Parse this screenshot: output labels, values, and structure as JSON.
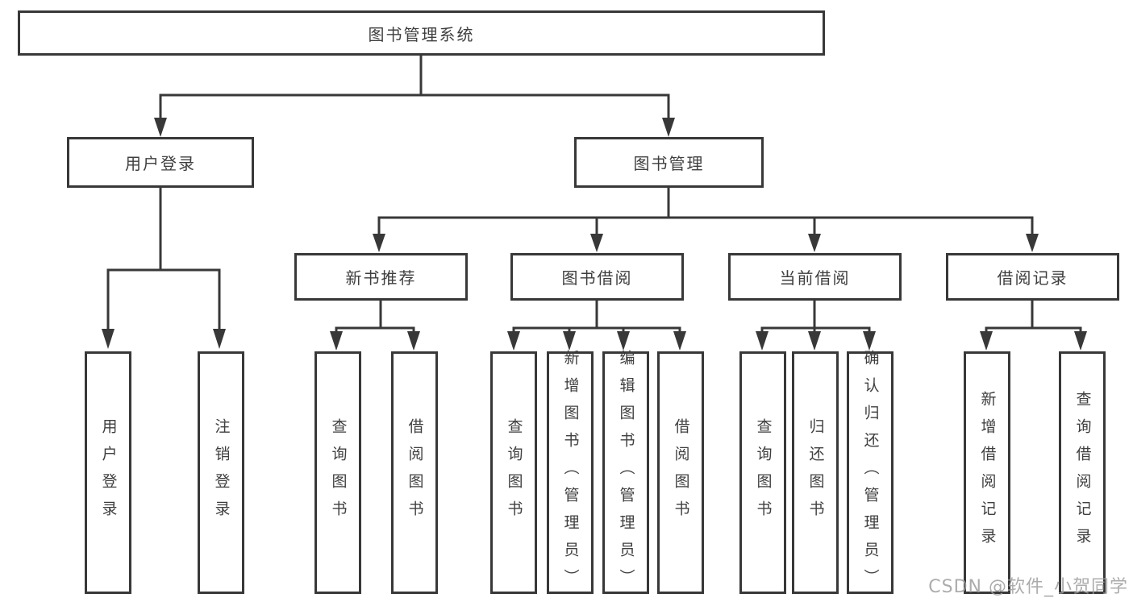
{
  "diagram": {
    "title_node": {
      "label": "图书管理系统"
    },
    "level2": {
      "user_login": {
        "label": "用户登录"
      },
      "book_management": {
        "label": "图书管理"
      }
    },
    "level3": {
      "new_book_recommendation": {
        "label": "新书推荐"
      },
      "book_borrowing": {
        "label": "图书借阅"
      },
      "current_borrowing": {
        "label": "当前借阅"
      },
      "borrowing_records": {
        "label": "借阅记录"
      }
    },
    "leaves": {
      "user_login": {
        "label": "用户登录"
      },
      "logout": {
        "label": "注销登录"
      },
      "rec_query_books": {
        "label": "查询图书"
      },
      "rec_borrow_books": {
        "label": "借阅图书"
      },
      "bb_query_books": {
        "label": "查询图书"
      },
      "bb_add_books_admin": {
        "label": "新增图书（管理员）"
      },
      "bb_edit_books_admin": {
        "label": "编辑图书（管理员）"
      },
      "bb_borrow_books": {
        "label": "借阅图书"
      },
      "cb_query_books": {
        "label": "查询图书"
      },
      "cb_return_books": {
        "label": "归还图书"
      },
      "cb_confirm_return_admin": {
        "label": "确认归还（管理员）"
      },
      "br_add_record": {
        "label": "新增借阅记录"
      },
      "br_query_record": {
        "label": "查询借阅记录"
      }
    }
  },
  "watermark": {
    "text": "CSDN @软件_小贺同学"
  },
  "colors": {
    "line": "#383838",
    "text": "#3f3f3f",
    "watermark": "#9e9e9e",
    "background": "#ffffff"
  }
}
